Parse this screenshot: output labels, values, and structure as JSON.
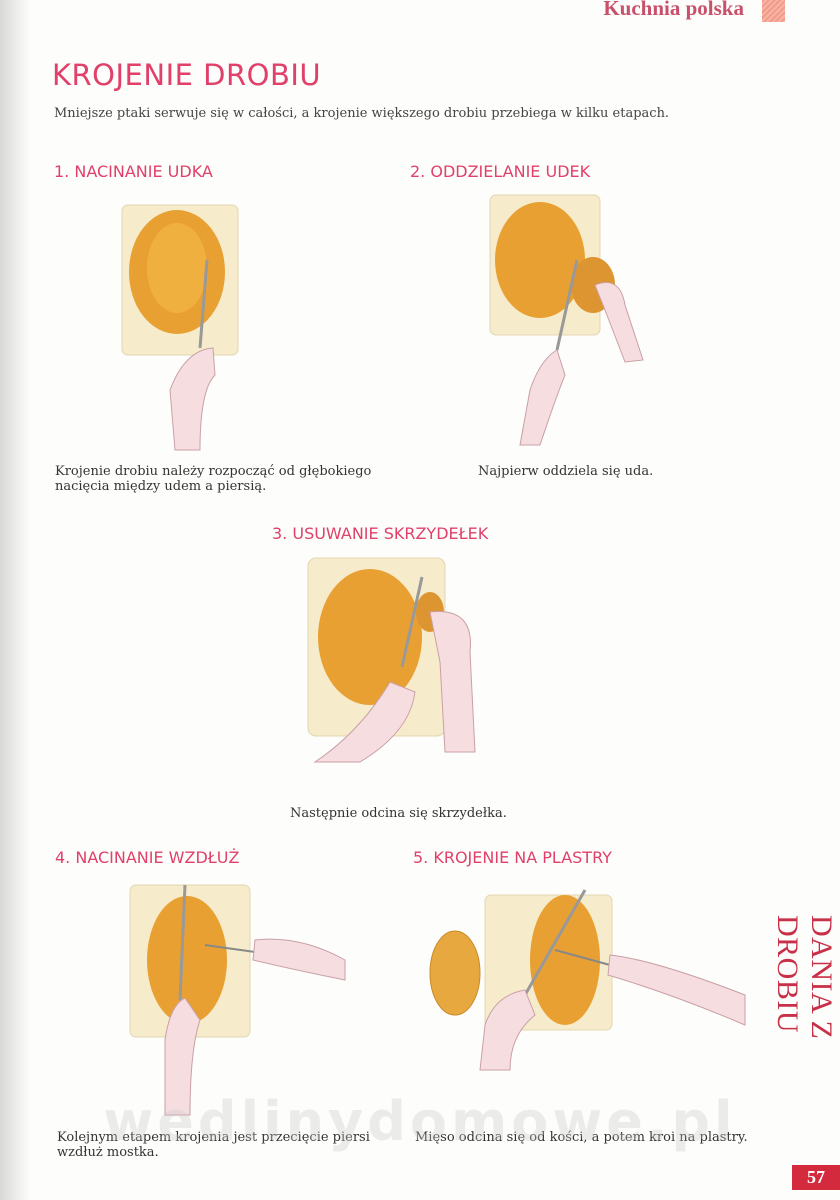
{
  "header": {
    "section": "Kuchnia polska"
  },
  "title": "KROJENIE DROBIU",
  "intro": "Mniejsze ptaki serwuje się w całości, a krojenie większego drobiu przebiega w kilku etapach.",
  "steps": [
    {
      "heading": "1. NACINANIE UDKA",
      "caption_lines": [
        "Krojenie drobiu należy rozpocząć od głębokiego",
        "nacięcia między udem a piersią."
      ]
    },
    {
      "heading": "2. ODDZIELANIE UDEK",
      "caption_lines": [
        "Najpierw oddziela się uda."
      ]
    },
    {
      "heading": "3. USUWANIE SKRZYDEŁEK",
      "caption_lines": [
        "Następnie odcina się skrzydełka."
      ]
    },
    {
      "heading": "4. NACINANIE WZDŁUŻ",
      "caption_lines": [
        "Kolejnym etapem krojenia jest przecięcie piersi",
        "wzdłuż mostka."
      ]
    },
    {
      "heading": "5. KROJENIE NA PLASTRY",
      "caption_lines": [
        "Mięso odcina się od kości, a potem kroi na plastry."
      ]
    }
  ],
  "side_label": "DANIA Z DROBIU",
  "page_number": "57",
  "watermark": "wedlinydomowe.pl",
  "colors": {
    "accent": "#e0406a",
    "side": "#c83048",
    "page_box": "#d42a3e"
  }
}
